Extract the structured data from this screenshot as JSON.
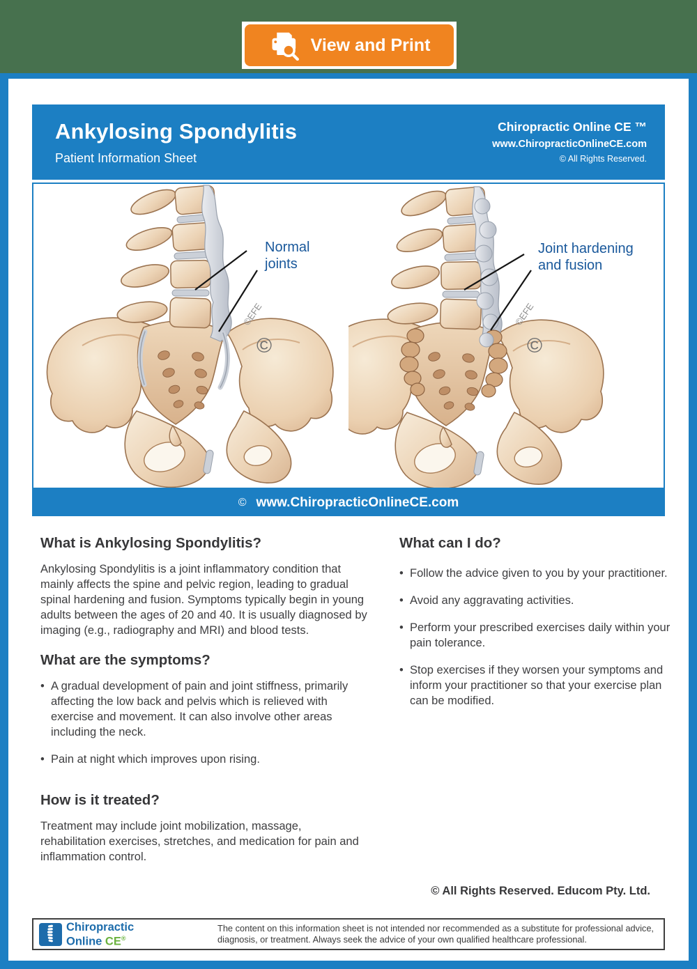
{
  "button": {
    "label": "View and Print"
  },
  "header": {
    "title": "Ankylosing Spondylitis",
    "subtitle": "Patient Information Sheet",
    "brand": "Chiropractic Online CE ™",
    "site": "www.ChiropracticOnlineCE.com",
    "rights": "© All Rights Reserved."
  },
  "figure": {
    "label_normal": "Normal joints",
    "label_fused": "Joint hardening and fusion",
    "watermark": "©EFE",
    "watermark_symbol": "©",
    "banner_copyright": "©",
    "banner_text": "www.ChiropracticOnlineCE.com"
  },
  "sections": {
    "what_is": {
      "heading": "What is Ankylosing Spondylitis?",
      "body": "Ankylosing Spondylitis is a joint inflammatory condition that mainly affects the spine and pelvic region, leading to gradual spinal hardening and fusion. Symptoms typically begin in young adults between the ages of 20 and 40. It is usually diagnosed by imaging (e.g., radiography and MRI) and blood tests."
    },
    "symptoms": {
      "heading": "What are the symptoms?",
      "bullets": [
        "A gradual development of pain and joint stiffness, primarily affecting the low back and pelvis which is relieved with exercise and movement. It can also involve other areas including the neck.",
        "Pain at night which improves upon rising."
      ]
    },
    "treated": {
      "heading": "How is it treated?",
      "body": "Treatment may include joint mobilization, massage, rehabilitation exercises, stretches, and medication for pain and inflammation control."
    },
    "can_do": {
      "heading": "What can I do?",
      "bullets": [
        "Follow the advice given to you by your practitioner.",
        "Avoid any aggravating activities.",
        "Perform your prescribed exercises daily within your pain tolerance.",
        "Stop exercises if they worsen your symptoms and inform your practitioner so that your exercise plan can be modified."
      ]
    }
  },
  "rights_line": "© All Rights Reserved. Educom Pty. Ltd.",
  "footer": {
    "logo_line1": "Chiropractic",
    "logo_line2": "Online ",
    "logo_ce": "CE",
    "logo_reg": "®",
    "disclaimer": "The content on this information sheet is not intended nor recommended as a substitute for professional advice, diagnosis, or treatment. Always seek the advice of your own qualified healthcare professional."
  },
  "colors": {
    "accent_blue": "#1C7FC3",
    "button_orange": "#F08420",
    "background_green": "#47714E",
    "label_blue": "#19589B",
    "logo_green": "#6AB23E"
  }
}
